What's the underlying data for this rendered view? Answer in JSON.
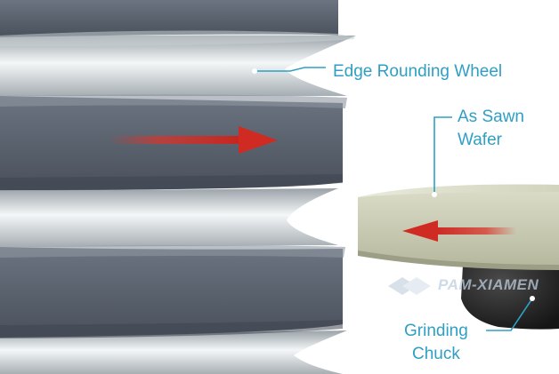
{
  "labels": {
    "edge_rounding_wheel": "Edge Rounding Wheel",
    "as_sawn_wafer_line1": "As Sawn",
    "as_sawn_wafer_line2": "Wafer",
    "grinding_chuck_line1": "Grinding",
    "grinding_chuck_line2": "Chuck"
  },
  "watermark": {
    "text": "PAM-XIAMEN"
  },
  "colors": {
    "callout": "#2f9fc4",
    "arrow": "#d9342b",
    "wheel_dark": "#5b6370",
    "wheel_light": "#e6ecef",
    "wafer": "#c9cbb2",
    "chuck": "#2a2a2a"
  },
  "icons": {
    "wheel_direction": "arrow-right-icon",
    "wafer_direction": "arrow-left-icon"
  }
}
